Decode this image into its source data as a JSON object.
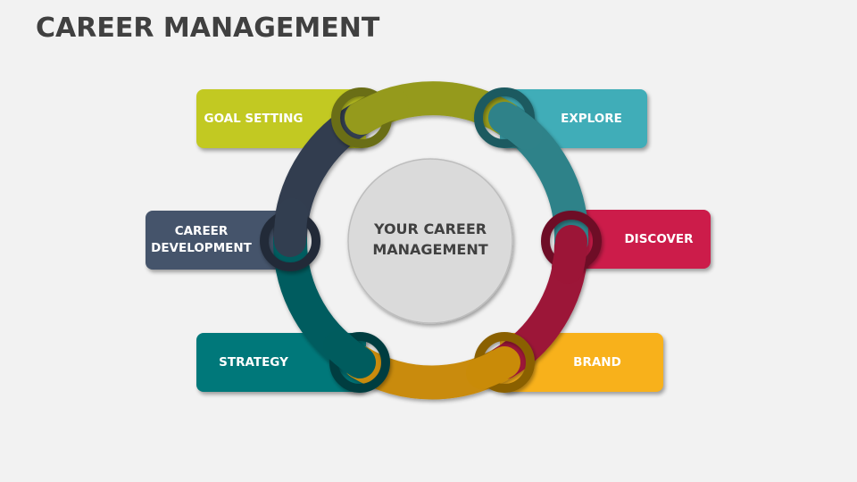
{
  "title": "CAREER MANAGEMENT",
  "center": {
    "line1": "YOUR CAREER",
    "line2": "MANAGEMENT"
  },
  "steps": [
    {
      "id": "goal-setting",
      "label": "GOAL SETTING",
      "box_color": "#c2c922",
      "arc_color": "#959a1c",
      "ring_color": "#6b6e14"
    },
    {
      "id": "explore",
      "label": "EXPLORE",
      "box_color": "#40adb8",
      "arc_color": "#2f8289",
      "ring_color": "#1f5a60"
    },
    {
      "id": "discover",
      "label": "DISCOVER",
      "box_color": "#cc1c4a",
      "arc_color": "#9c1537",
      "ring_color": "#6e0e27"
    },
    {
      "id": "brand",
      "label": "BRAND",
      "box_color": "#f8b11b",
      "arc_color": "#c98b08",
      "ring_color": "#8a6005"
    },
    {
      "id": "strategy",
      "label": "STRATEGY",
      "box_color": "#00787a",
      "arc_color": "#005c5e",
      "ring_color": "#003e40"
    },
    {
      "id": "career-development",
      "label_line1": "CAREER",
      "label_line2": "DEVELOPMENT",
      "box_color": "#45546b",
      "arc_color": "#323e50",
      "ring_color": "#232c39"
    }
  ],
  "colors": {
    "background": "#f2f2f2",
    "title": "#404040",
    "center_fill": "#dadada"
  }
}
